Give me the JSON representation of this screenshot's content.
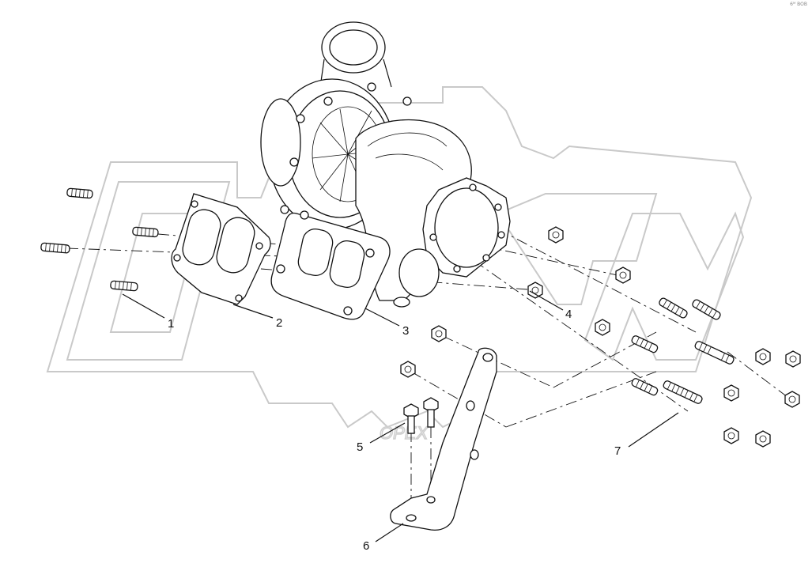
{
  "diagram": {
    "watermark_text": "OPEX",
    "corner_mark": "6ᴹ BOB",
    "callouts": [
      {
        "id": "1",
        "label": "1"
      },
      {
        "id": "2",
        "label": "2"
      },
      {
        "id": "3",
        "label": "3"
      },
      {
        "id": "4",
        "label": "4"
      },
      {
        "id": "5",
        "label": "5"
      },
      {
        "id": "6",
        "label": "6"
      },
      {
        "id": "7",
        "label": "7"
      }
    ]
  }
}
